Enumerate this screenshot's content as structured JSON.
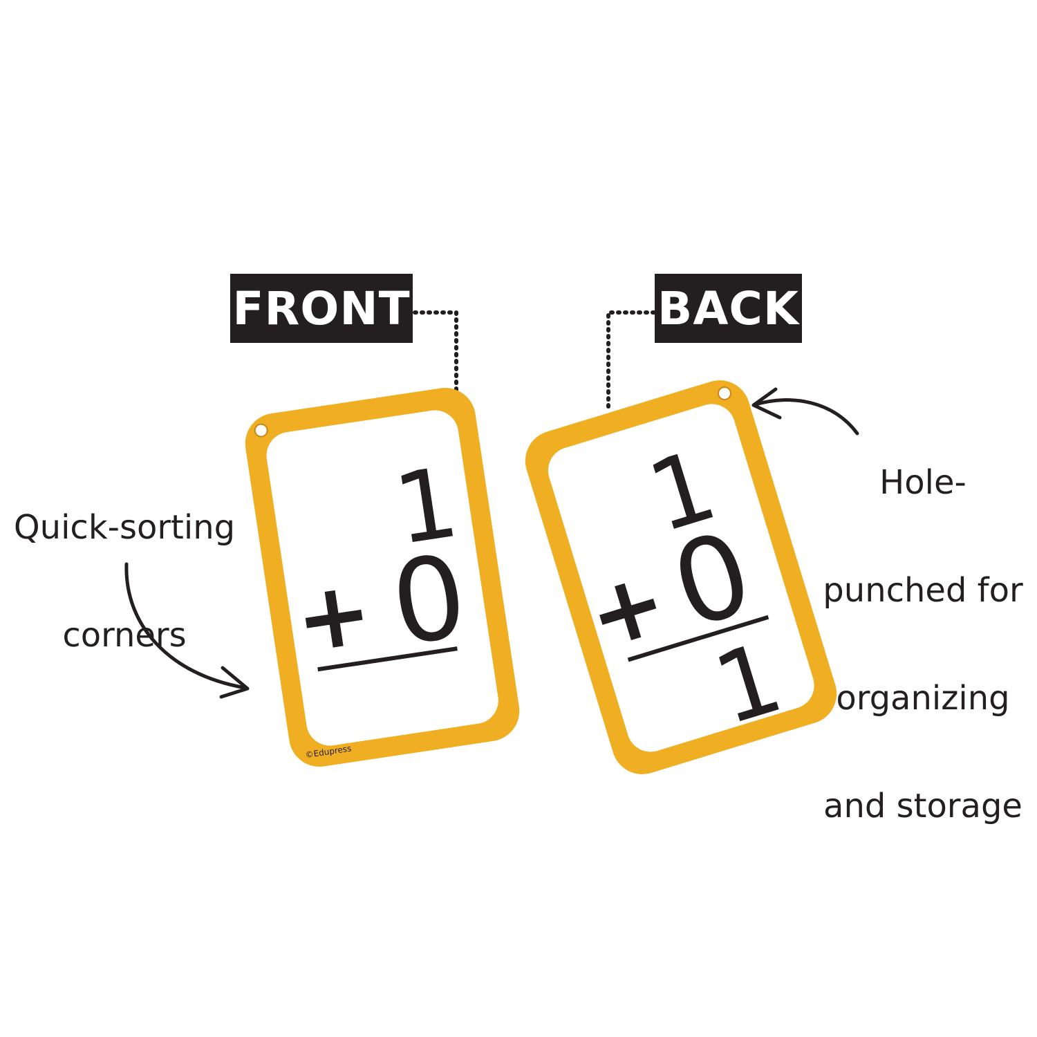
{
  "labels": {
    "front": "FRONT",
    "back": "BACK"
  },
  "callouts": {
    "left": [
      "Quick-sorting",
      "corners"
    ],
    "right": [
      "Hole-",
      "punched for",
      "organizing",
      "and storage"
    ]
  },
  "cards": {
    "front": {
      "top": "1",
      "operator": "+",
      "bottom": "0",
      "answer": "",
      "copyright": "©Edupress"
    },
    "back": {
      "top": "1",
      "operator": "+",
      "bottom": "0",
      "answer": "1"
    }
  },
  "colors": {
    "card_border": "#f0ae22",
    "tag_bg": "#231f20",
    "ink": "#231f20"
  }
}
